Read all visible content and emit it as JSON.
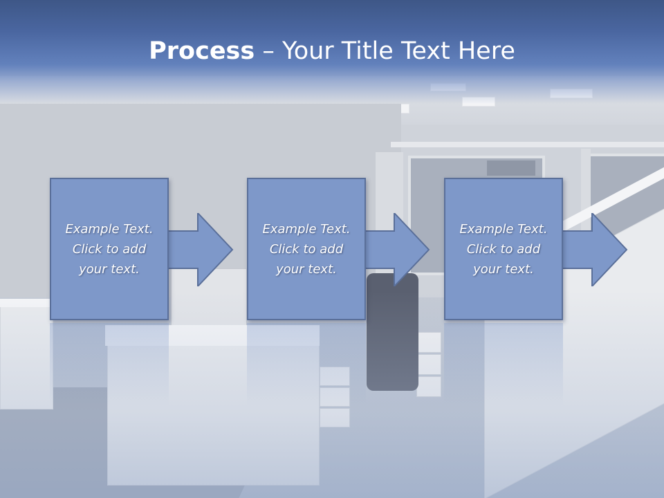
{
  "slide": {
    "title_bold": "Process",
    "title_rest": " – Your Title Text Here"
  },
  "steps": [
    {
      "line1": "Example Text.",
      "line2": "Click  to add",
      "line3": "your text."
    },
    {
      "line1": "Example Text.",
      "line2": "Click  to add",
      "line3": "your text."
    },
    {
      "line1": "Example Text.",
      "line2": "Click  to add",
      "line3": "your text."
    }
  ],
  "colors": {
    "header": "#4a66a0",
    "box_fill": "#7e98c9",
    "box_border": "#5a6f99",
    "text": "#ffffff"
  }
}
